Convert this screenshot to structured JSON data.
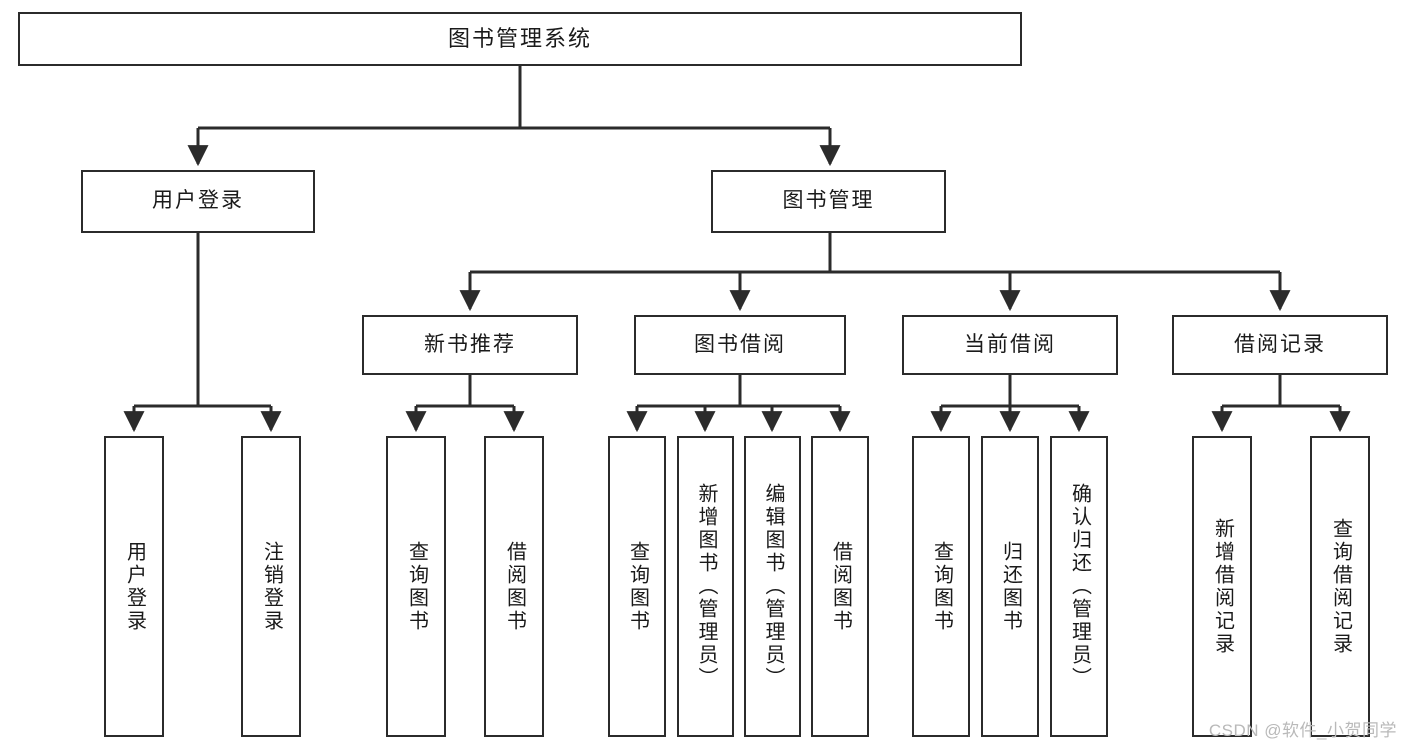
{
  "diagram": {
    "title": "图书管理系统",
    "watermark": "CSDN @软件_小贺同学",
    "colors": {
      "box_border": "#2b2b2b",
      "connector": "#2b2b2b",
      "background": "#ffffff",
      "text": "#1a1a1a",
      "watermark": "#b9b9b9"
    },
    "root": {
      "label": "图书管理系统"
    },
    "level2": [
      {
        "label": "用户登录"
      },
      {
        "label": "图书管理"
      }
    ],
    "level3": [
      {
        "label": "新书推荐"
      },
      {
        "label": "图书借阅"
      },
      {
        "label": "当前借阅"
      },
      {
        "label": "借阅记录"
      }
    ],
    "leaves": {
      "user_login": [
        {
          "label": "用户登录"
        },
        {
          "label": "注销登录"
        }
      ],
      "new_book_recommend": [
        {
          "label": "查询图书"
        },
        {
          "label": "借阅图书"
        }
      ],
      "book_borrow": [
        {
          "label": "查询图书"
        },
        {
          "label": "新增图书（管理员）"
        },
        {
          "label": "编辑图书（管理员）"
        },
        {
          "label": "借阅图书"
        }
      ],
      "current_borrow": [
        {
          "label": "查询图书"
        },
        {
          "label": "归还图书"
        },
        {
          "label": "确认归还（管理员）"
        }
      ],
      "borrow_record": [
        {
          "label": "新增借阅记录"
        },
        {
          "label": "查询借阅记录"
        }
      ]
    }
  }
}
